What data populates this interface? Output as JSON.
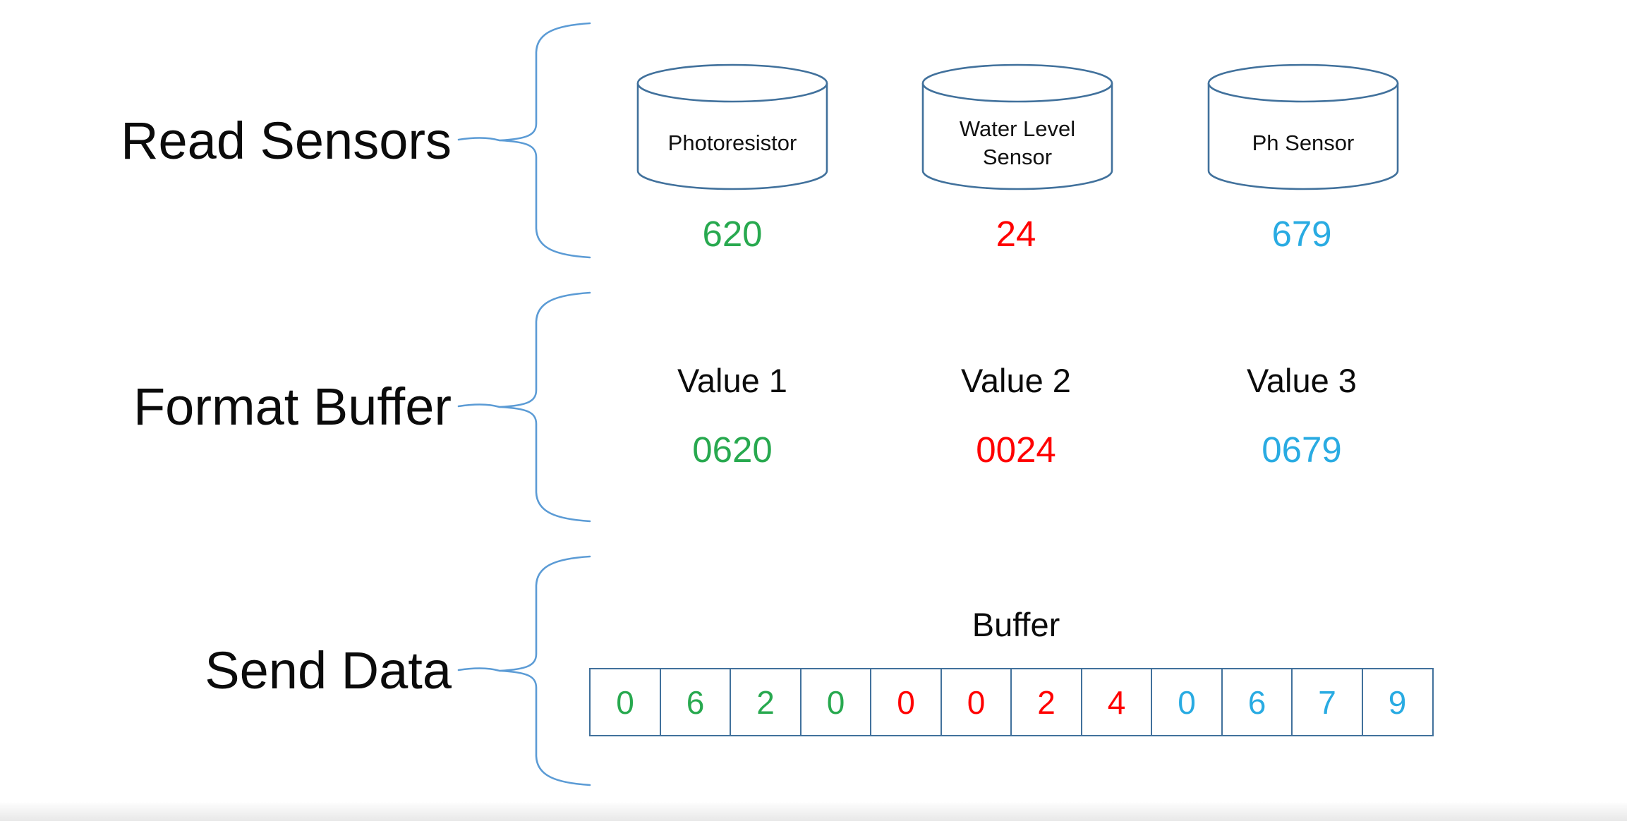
{
  "diagram": {
    "sections": [
      {
        "label": "Read Sensors"
      },
      {
        "label": "Format Buffer"
      },
      {
        "label": "Send Data"
      }
    ],
    "sensors": [
      {
        "name": "Photoresistor",
        "value": "620",
        "color": "#28A94F"
      },
      {
        "name": "Water Level Sensor",
        "value": "24",
        "color": "#FF0000"
      },
      {
        "name": "Ph Sensor",
        "value": "679",
        "color": "#29ABE2"
      }
    ],
    "formatted_values": [
      {
        "label": "Value 1",
        "value": "0620",
        "color": "#28A94F"
      },
      {
        "label": "Value 2",
        "value": "0024",
        "color": "#FF0000"
      },
      {
        "label": "Value 3",
        "value": "0679",
        "color": "#29ABE2"
      }
    ],
    "buffer": {
      "title": "Buffer",
      "cells": [
        {
          "digit": "0",
          "color": "#28A94F"
        },
        {
          "digit": "6",
          "color": "#28A94F"
        },
        {
          "digit": "2",
          "color": "#28A94F"
        },
        {
          "digit": "0",
          "color": "#28A94F"
        },
        {
          "digit": "0",
          "color": "#FF0000"
        },
        {
          "digit": "0",
          "color": "#FF0000"
        },
        {
          "digit": "2",
          "color": "#FF0000"
        },
        {
          "digit": "4",
          "color": "#FF0000"
        },
        {
          "digit": "0",
          "color": "#29ABE2"
        },
        {
          "digit": "6",
          "color": "#29ABE2"
        },
        {
          "digit": "7",
          "color": "#29ABE2"
        },
        {
          "digit": "9",
          "color": "#29ABE2"
        }
      ]
    },
    "colors": {
      "green": "#28A94F",
      "red": "#FF0000",
      "blue": "#29ABE2",
      "shape_stroke": "#41719C",
      "brace_stroke": "#5B9BD5"
    }
  }
}
